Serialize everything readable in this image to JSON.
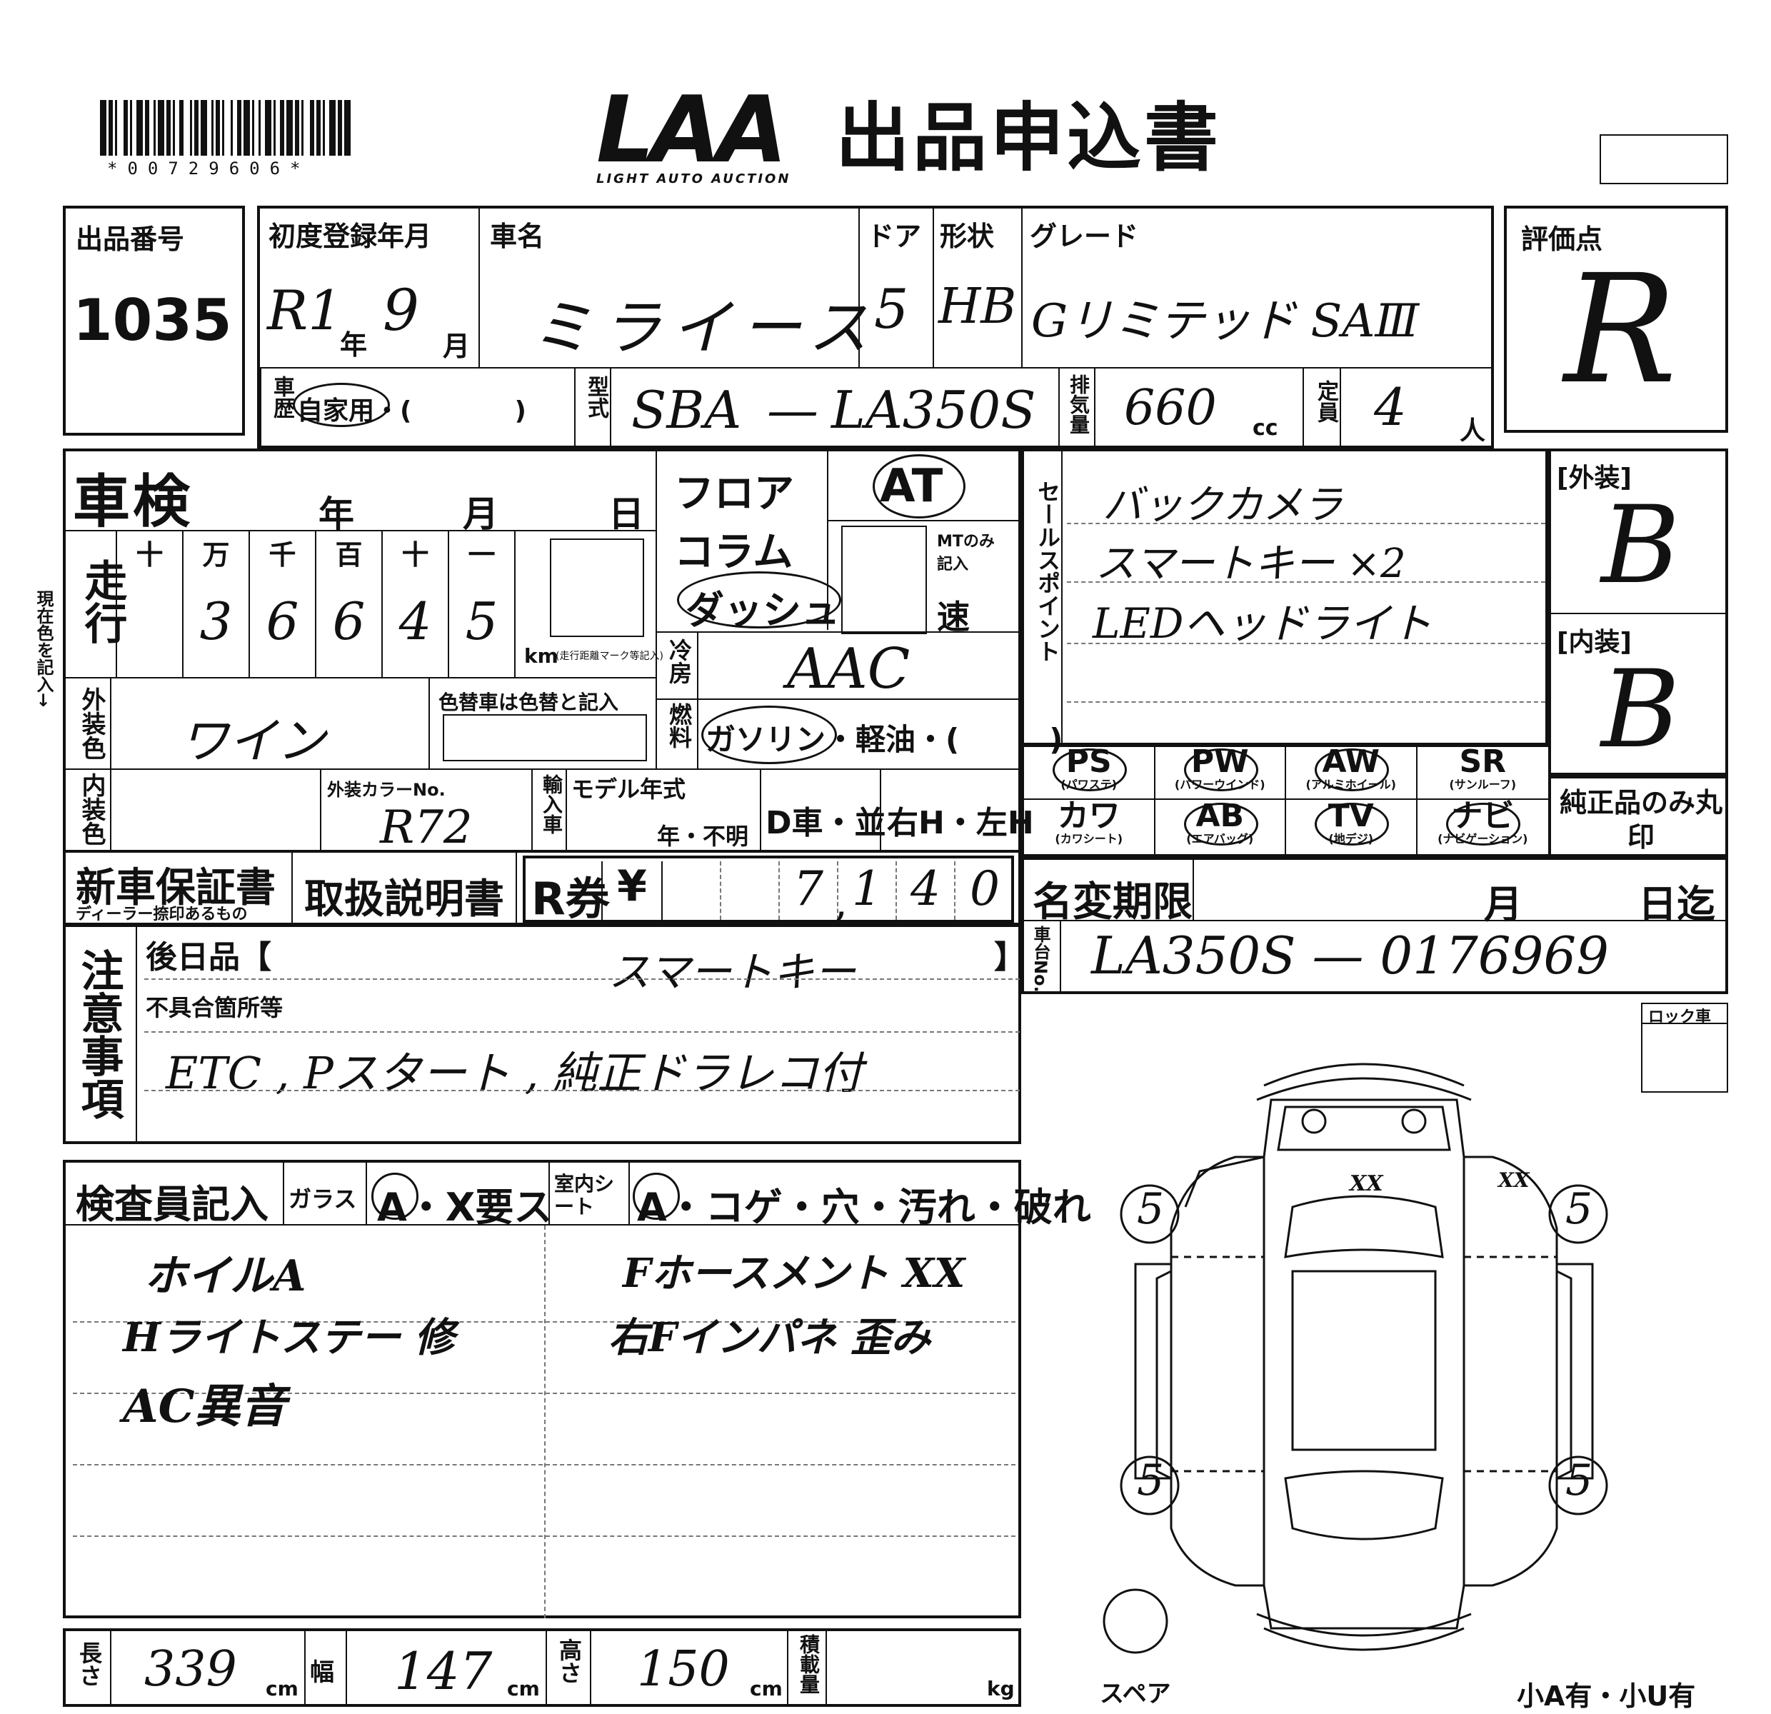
{
  "header": {
    "barcode_number": "*00729606*",
    "logo_text": "LAA",
    "logo_sub": "LIGHT AUTO AUCTION",
    "title": "出品申込書"
  },
  "lot": {
    "label": "出品番号",
    "value": "1035"
  },
  "registration": {
    "label": "初度登録年月",
    "era": "R1",
    "year_unit": "年",
    "month": "9",
    "month_unit": "月"
  },
  "car_name": {
    "label": "車名",
    "value": "ミライース"
  },
  "doors": {
    "label": "ドア",
    "value": "5"
  },
  "shape": {
    "label": "形状",
    "value": "HB"
  },
  "grade": {
    "label": "グレード",
    "value": "Gリミテッド SAⅢ"
  },
  "score": {
    "label": "評価点",
    "value": "R"
  },
  "history": {
    "label": "車歴",
    "options": "自家用・(　　　　)",
    "circled": "自家用"
  },
  "model_type": {
    "label": "型式",
    "prefix": "SBA",
    "dash": "—",
    "code": "LA350S"
  },
  "displacement": {
    "label": "排気量",
    "value": "660",
    "unit": "cc"
  },
  "capacity": {
    "label": "定員",
    "value": "4",
    "unit": "人"
  },
  "inspection": {
    "label": "車検",
    "year": "年",
    "month": "月",
    "day": "日"
  },
  "mileage": {
    "label": "走行",
    "headers": [
      "十",
      "万",
      "千",
      "百",
      "十",
      "一"
    ],
    "digits": [
      "",
      "3",
      "6",
      "6",
      "4",
      "5"
    ],
    "unit": "km",
    "note": "(走行距離マーク等記入)"
  },
  "shift": {
    "floor": "フロア",
    "column": "コラム",
    "dash": "ダッシュ",
    "circled": "ダッシュ",
    "at": "AT",
    "mt_note": "MTのみ記入",
    "speed": "速"
  },
  "aircon": {
    "label": "冷房",
    "value": "AAC"
  },
  "fuel": {
    "label": "燃料",
    "options": "ガソリン・軽油・(　　　)",
    "circled": "ガソリン"
  },
  "sales_points": {
    "label": "セールスポイント",
    "items": [
      "バックカメラ",
      "スマートキー ×2",
      "LEDヘッドライト"
    ]
  },
  "exterior_grade": {
    "label": "[外装]",
    "value": "B"
  },
  "interior_grade": {
    "label": "[内装]",
    "value": "B"
  },
  "side_note": "現在色を記入→",
  "exterior_color": {
    "label": "外装色",
    "value": "ワイン",
    "repaint_note": "色替車は色替と記入"
  },
  "interior_color": {
    "label": "内装色",
    "color_no_label": "外装カラーNo.",
    "color_no": "R72"
  },
  "import": {
    "label": "輸入車",
    "model_year": "モデル年式",
    "year_unknown": "年・不明",
    "dealer": "D車・並",
    "handle": "右H・左H"
  },
  "equipment": [
    {
      "code": "PS",
      "sub": "(パワステ)",
      "circled": true
    },
    {
      "code": "PW",
      "sub": "(パワーウインド)",
      "circled": true
    },
    {
      "code": "AW",
      "sub": "(アルミホイール)",
      "circled": true
    },
    {
      "code": "SR",
      "sub": "(サンルーフ)",
      "circled": false
    },
    {
      "code": "カワ",
      "sub": "(カワシート)",
      "circled": false
    },
    {
      "code": "AB",
      "sub": "(エアバッグ)",
      "circled": true
    },
    {
      "code": "TV",
      "sub": "(地デジ)",
      "circled": true
    },
    {
      "code": "ナビ",
      "sub": "(ナビゲーション)",
      "circled": true
    }
  ],
  "genuine_note": "純正品のみ丸印",
  "warranty": {
    "label": "新車保証書",
    "sub": "ディーラー捺印あるもの",
    "manual": "取扱説明書"
  },
  "recycle": {
    "label": "R券",
    "currency": "¥",
    "digits": [
      "",
      "",
      "7",
      "1",
      "4",
      "0"
    ],
    "comma": ","
  },
  "name_change": {
    "label": "名変期限",
    "month": "月",
    "until": "日迄"
  },
  "chassis": {
    "label": "車台No.",
    "value": "LA350S — 0176969"
  },
  "notes": {
    "label": "注意事項",
    "later_label": "後日品【",
    "later_value": "スマートキー",
    "later_end": "】",
    "defects_label": "不具合箇所等",
    "defects_value": "ETC , Pスタート , 純正ドラレコ付"
  },
  "lock": "ロック車",
  "inspector": {
    "label": "検査員記入",
    "glass": "ガラス",
    "glass_options": "A・X要ス",
    "seat_label": "室内シート",
    "seat_options": "A・コゲ・穴・汚れ・破れ",
    "left_notes": [
      "ホイルA",
      "Hライトステー 修",
      "AC異音"
    ],
    "right_notes": [
      "Fホースメント XX",
      "右Fインパネ 歪み"
    ]
  },
  "diagram": {
    "tires": [
      "5",
      "5",
      "5",
      "5"
    ],
    "marks": [
      "XX",
      "XX"
    ],
    "spare": "スペア",
    "small": "小A有・小U有"
  },
  "dims": {
    "length_label": "長さ",
    "length": "339",
    "width_label": "幅",
    "width": "147",
    "height_label": "高さ",
    "height": "150",
    "unit": "cm",
    "load_label": "積載量",
    "load_unit": "kg"
  }
}
